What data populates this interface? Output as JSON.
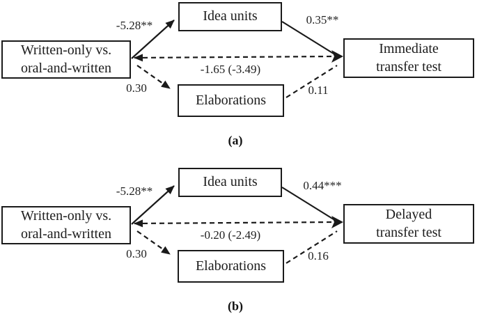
{
  "figure": {
    "background_color": "#ffffff",
    "line_color": "#1a1a1a",
    "text_color": "#1c1c1c",
    "panels": [
      {
        "caption": "(a)",
        "nodes": {
          "predictor": {
            "line1": "Written-only vs.",
            "line2": "oral-and-written"
          },
          "mediator1": "Idea units",
          "mediator2": "Elaborations",
          "outcome": {
            "line1": "Immediate",
            "line2": "transfer test"
          }
        },
        "paths": {
          "predictor_to_mediator1": "-5.28**",
          "mediator1_to_outcome": "0.35**",
          "direct_effect": "-1.65 (-3.49)",
          "predictor_to_mediator2": "0.30",
          "mediator2_to_outcome": "0.11"
        }
      },
      {
        "caption": "(b)",
        "nodes": {
          "predictor": {
            "line1": "Written-only vs.",
            "line2": "oral-and-written"
          },
          "mediator1": "Idea units",
          "mediator2": "Elaborations",
          "outcome": {
            "line1": "Delayed",
            "line2": "transfer test"
          }
        },
        "paths": {
          "predictor_to_mediator1": "-5.28**",
          "mediator1_to_outcome": "0.44***",
          "direct_effect": "-0.20 (-2.49)",
          "predictor_to_mediator2": "0.30",
          "mediator2_to_outcome": "0.16"
        }
      }
    ]
  }
}
